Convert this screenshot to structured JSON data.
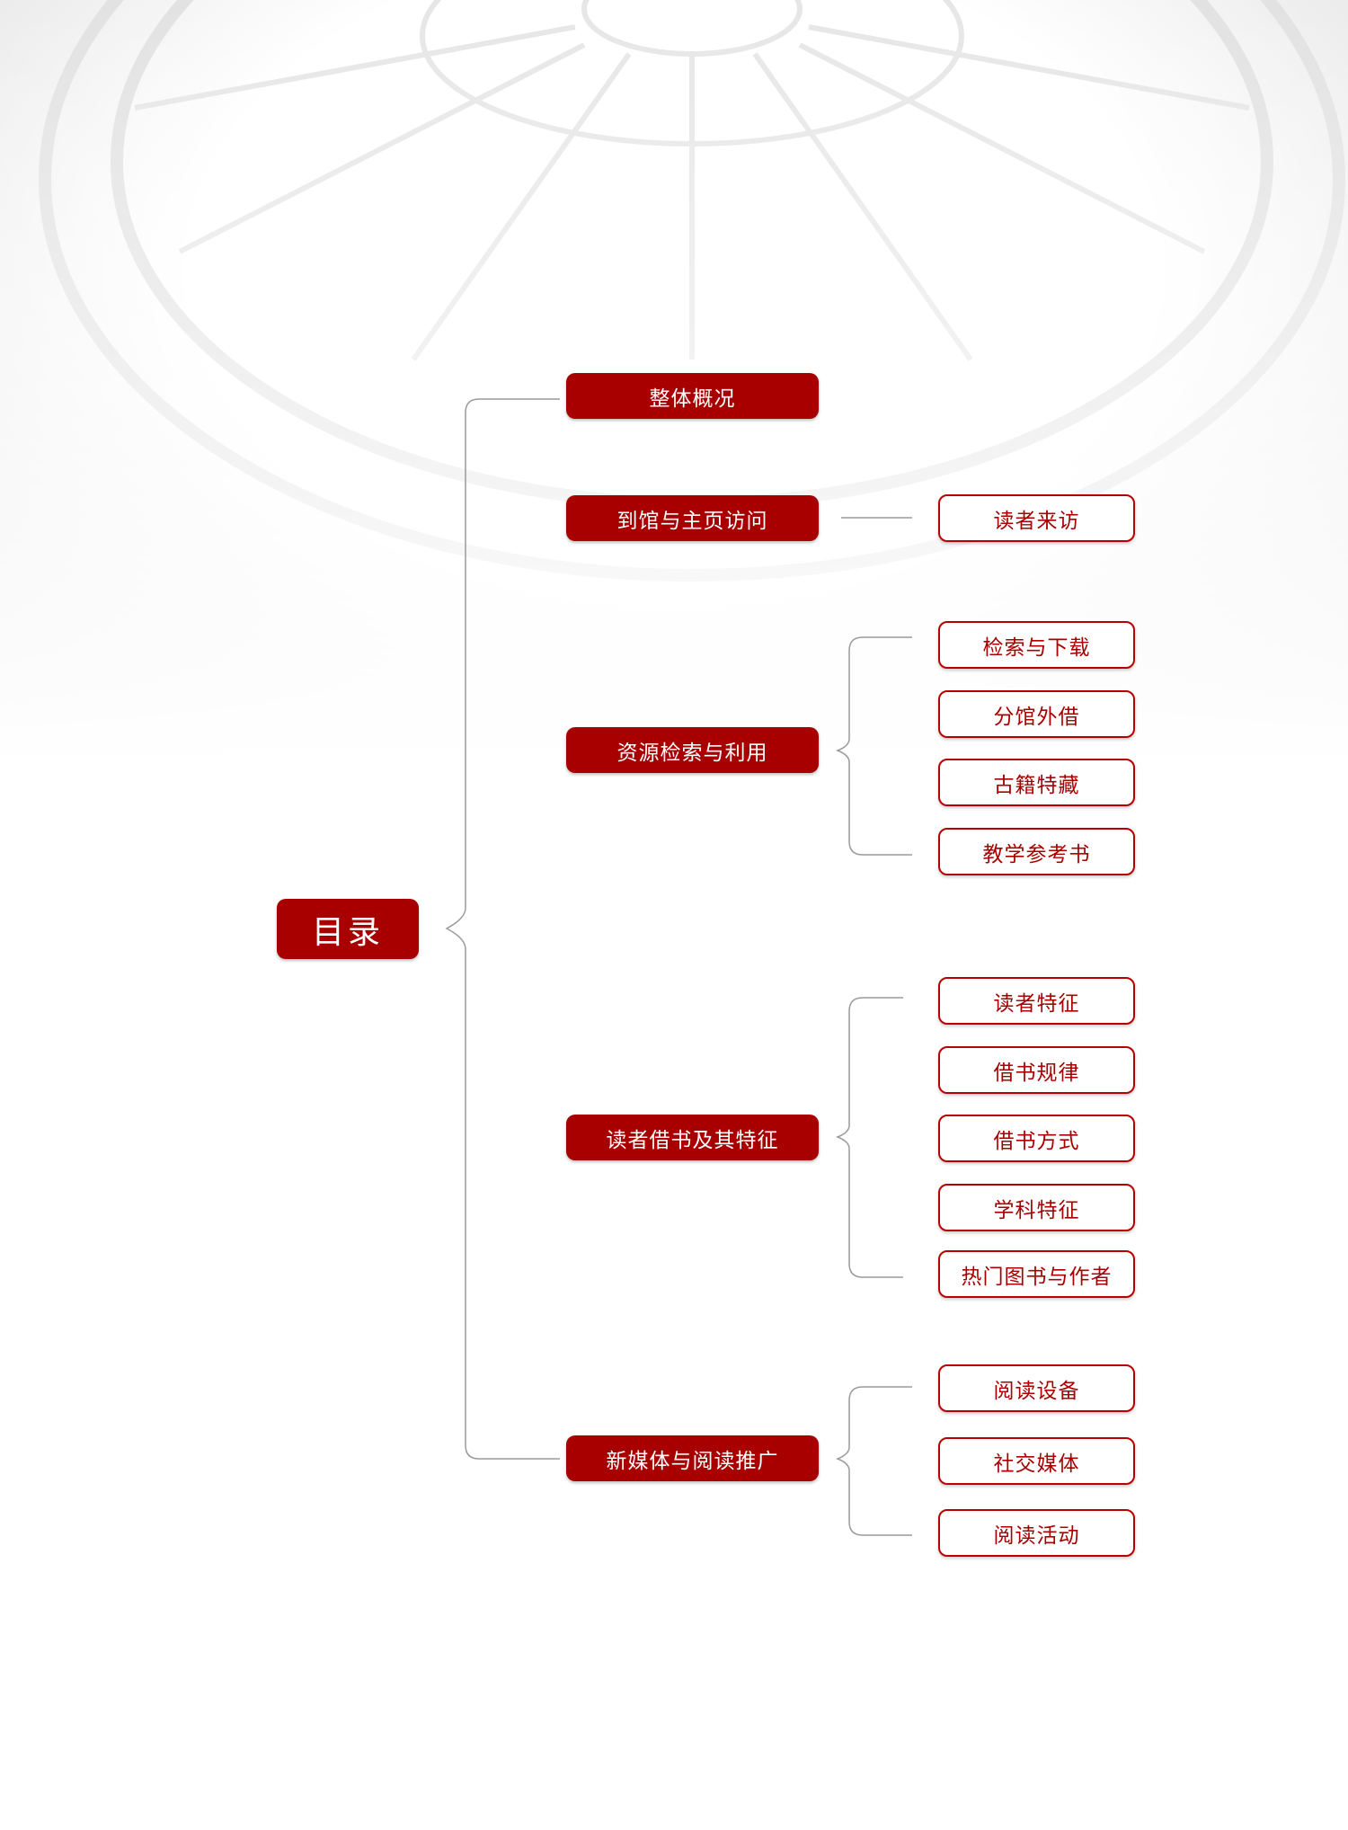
{
  "colors": {
    "accent": "#a80000",
    "line": "#999999"
  },
  "root": {
    "label": "目录"
  },
  "sections": [
    {
      "label": "整体概况",
      "children": []
    },
    {
      "label": "到馆与主页访问",
      "children": [
        "读者来访"
      ]
    },
    {
      "label": "资源检索与利用",
      "children": [
        "检索与下载",
        "分馆外借",
        "古籍特藏",
        "教学参考书"
      ]
    },
    {
      "label": "读者借书及其特征",
      "children": [
        "读者特征",
        "借书规律",
        "借书方式",
        "学科特征",
        "热门图书与作者"
      ]
    },
    {
      "label": "新媒体与阅读推广",
      "children": [
        "阅读设备",
        "社交媒体",
        "阅读活动"
      ]
    }
  ]
}
